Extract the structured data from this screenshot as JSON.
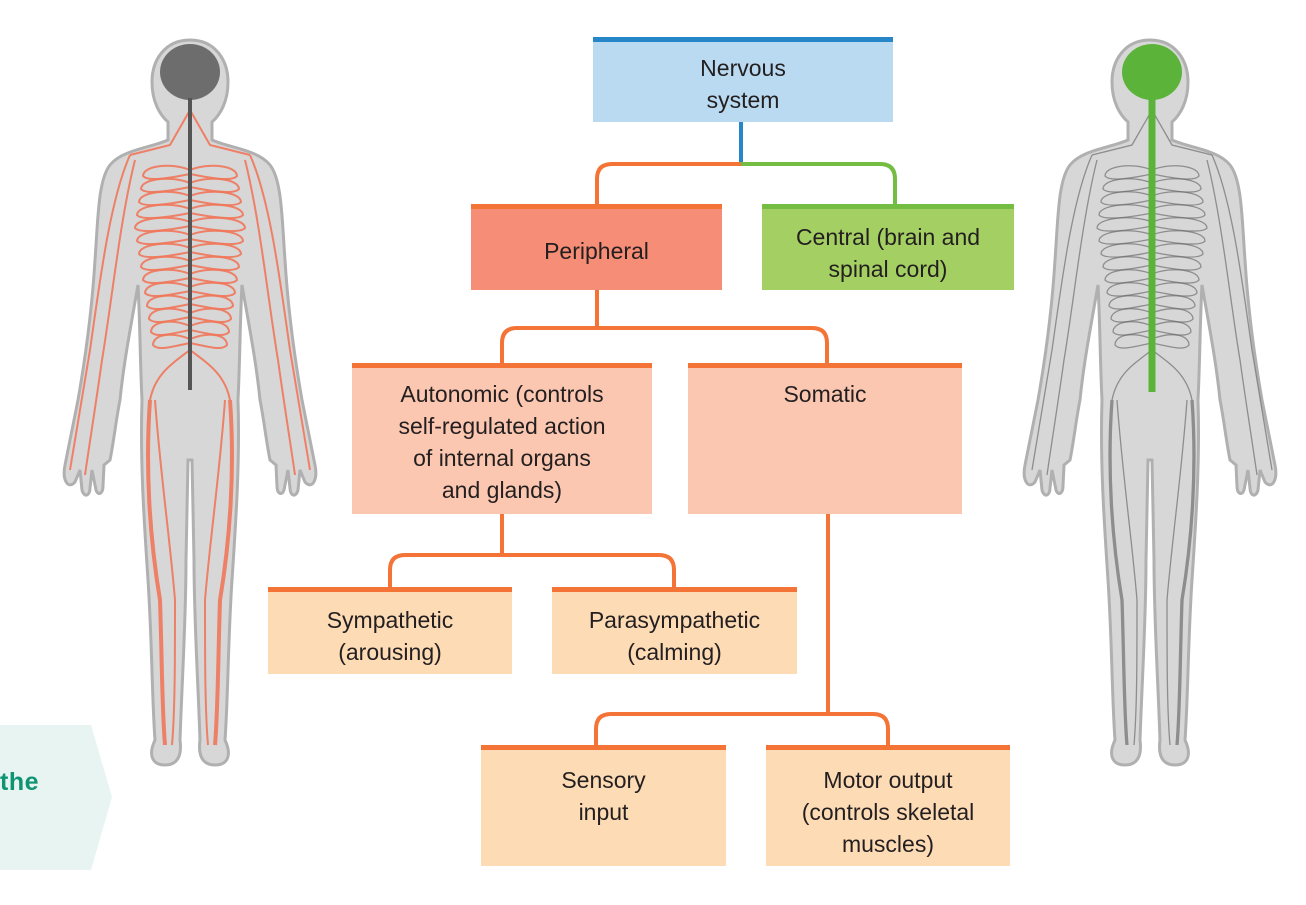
{
  "colors": {
    "top_bar": "#2786c7",
    "top_fill": "#badaf1",
    "peripheral_bar": "#f47336",
    "peripheral_fill": "#f68d76",
    "central_bar": "#73bd43",
    "central_fill": "#a4cf62",
    "mid_fill": "#fbc7b1",
    "leaf_fill": "#fddbb5",
    "connector_orange": "#f47336",
    "connector_green": "#73bd43",
    "connector_blue": "#2786c7",
    "side_tab_fill": "#e7f4f1",
    "side_tab_text": "#0e9473",
    "body_fill": "#d3d3d3",
    "body_outline": "#a8a8a8",
    "peripheral_nerve": "#f0775a",
    "central_nerve": "#5bb33a",
    "brain_gray": "#6d6d6d"
  },
  "nodes": {
    "nervous_system": "Nervous\nsystem",
    "peripheral": "Peripheral",
    "central": "Central (brain and\nspinal cord)",
    "autonomic": "Autonomic (controls\nself-regulated action\nof internal organs\nand glands)",
    "somatic": "Somatic",
    "sympathetic": "Sympathetic\n(arousing)",
    "parasympathetic": "Parasympathetic\n(calming)",
    "sensory": "Sensory\ninput",
    "motor": "Motor output\n(controls skeletal\nmuscles)"
  },
  "side_tab": {
    "text": "the"
  },
  "figures": {
    "left": "peripheral-nervous-system-figure",
    "right": "central-nervous-system-figure"
  }
}
